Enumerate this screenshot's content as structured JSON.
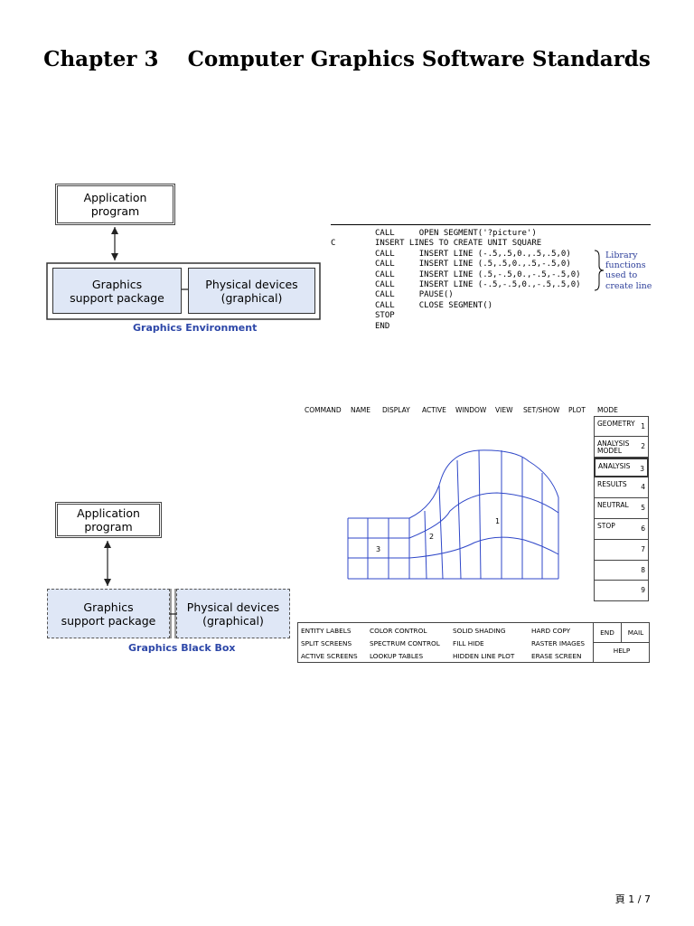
{
  "title": "Chapter 3    Computer Graphics Software Standards",
  "diagram1": {
    "app_program": [
      "Application",
      "program"
    ],
    "gsp": [
      "Graphics",
      "support package"
    ],
    "devices": [
      "Physical devices",
      "(graphical)"
    ],
    "caption": "Graphics Environment"
  },
  "code": {
    "lines": [
      {
        "label": "",
        "text": "CALL     OPEN SEGMENT('?picture')"
      },
      {
        "label": "C",
        "text": "INSERT LINES TO CREATE UNIT SQUARE"
      },
      {
        "label": "",
        "text": "CALL     INSERT LINE (-.5,.5,0.,.5,.5,0)"
      },
      {
        "label": "",
        "text": "CALL     INSERT LINE (.5,.5,0.,.5,-.5,0)"
      },
      {
        "label": "",
        "text": "CALL     INSERT LINE (.5,-.5,0.,-.5,-.5,0)"
      },
      {
        "label": "",
        "text": "CALL     INSERT LINE (-.5,-.5,0.,-.5,.5,0)"
      },
      {
        "label": "",
        "text": "CALL     PAUSE()"
      },
      {
        "label": "",
        "text": "CALL     CLOSE SEGMENT()"
      },
      {
        "label": "",
        "text": "STOP"
      },
      {
        "label": "",
        "text": "END"
      }
    ],
    "note": [
      "Library",
      "functions",
      "used to",
      "create line"
    ]
  },
  "cad": {
    "menu": [
      "COMMAND",
      "NAME",
      "DISPLAY",
      "ACTIVE",
      "WINDOW",
      "VIEW",
      "SET/SHOW",
      "PLOT",
      "MODE"
    ],
    "side": [
      {
        "label": "GEOMETRY",
        "num": "1"
      },
      {
        "label": "ANALYSIS\nMODEL",
        "num": "2"
      },
      {
        "label": "ANALYSIS",
        "num": "3"
      },
      {
        "label": "RESULTS",
        "num": "4"
      },
      {
        "label": "NEUTRAL",
        "num": "5"
      },
      {
        "label": "STOP",
        "num": "6"
      },
      {
        "label": "",
        "num": "7"
      },
      {
        "label": "",
        "num": "8"
      },
      {
        "label": "",
        "num": "9"
      }
    ],
    "region_labels": [
      "1",
      "2",
      "3"
    ],
    "bottom": {
      "col1": [
        "ENTITY LABELS",
        "SPLIT SCREENS",
        "ACTIVE SCREENS"
      ],
      "col2": [
        "COLOR CONTROL",
        "SPECTRUM CONTROL",
        "LOOKUP TABLES"
      ],
      "col3": [
        "SOLID SHADING",
        "FILL HIDE",
        "HIDDEN LINE PLOT"
      ],
      "col4": [
        "HARD COPY",
        "RASTER IMAGES",
        "ERASE SCREEN"
      ],
      "end": "END",
      "mail": "MAIL",
      "help": "HELP"
    }
  },
  "diagram2": {
    "app_program": [
      "Application",
      "program"
    ],
    "gsp": [
      "Graphics",
      "support package"
    ],
    "devices": [
      "Physical devices",
      "(graphical)"
    ],
    "caption": "Graphics Black Box"
  },
  "footer": "頁 1 / 7"
}
